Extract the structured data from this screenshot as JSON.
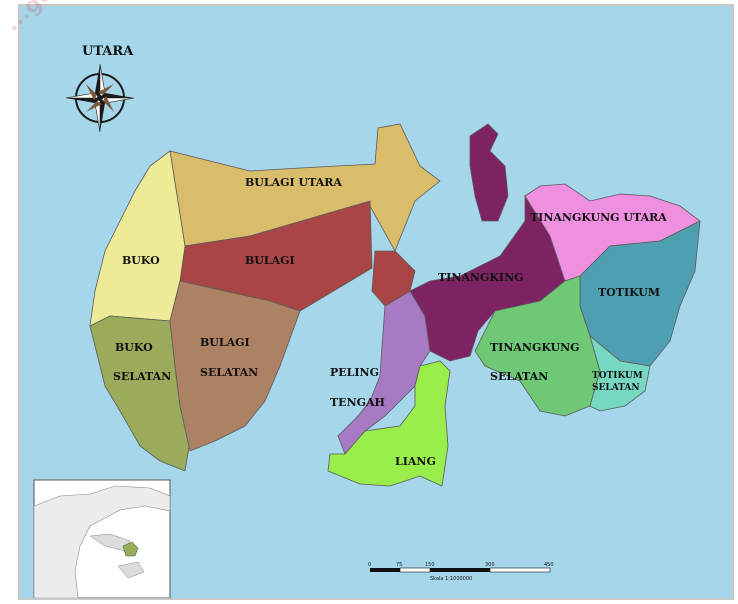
{
  "map": {
    "colors": {
      "sea": "#a6d6ea",
      "bulagi_utara": "#d9bd6b",
      "bulagi": "#a94545",
      "buko": "#eeeb98",
      "buko_selatan": "#9bab5c",
      "bulagi_selatan": "#ad8163",
      "peling_tengah": "#a77ac4",
      "liang": "#99ee4c",
      "tinangkung": "#7d2363",
      "tinangkung_utara": "#ee8fe0",
      "totikum": "#4f9fb2",
      "tinangkung_selatan": "#6ec876",
      "totikum_selatan": "#77d8c1",
      "inset_land": "#ececec"
    },
    "north_label": "UTARA",
    "regions": {
      "bulagi_utara": "BULAGI UTARA",
      "bulagi": "BULAGI",
      "buko": "BUKO",
      "buko_selatan": [
        "BUKO",
        "SELATAN"
      ],
      "bulagi_selatan": [
        "BULAGI",
        "SELATAN"
      ],
      "peling_tengah": [
        "PELING",
        "TENGAH"
      ],
      "liang": "LIANG",
      "tinangkung": "TINANGKING",
      "tinangkung_utara": "TINANGKUNG UTARA",
      "totikum": "TOTIKUM",
      "tinangkung_selatan": [
        "TINANGKUNG",
        "SELATAN"
      ],
      "totikum_selatan": [
        "TOTIKUM",
        "SELATAN"
      ]
    },
    "scale_bar": {
      "ticks": [
        "0",
        "75",
        "150",
        "300",
        "450"
      ],
      "caption": "Skala 1:1000000"
    },
    "watermark": "...go.id"
  }
}
